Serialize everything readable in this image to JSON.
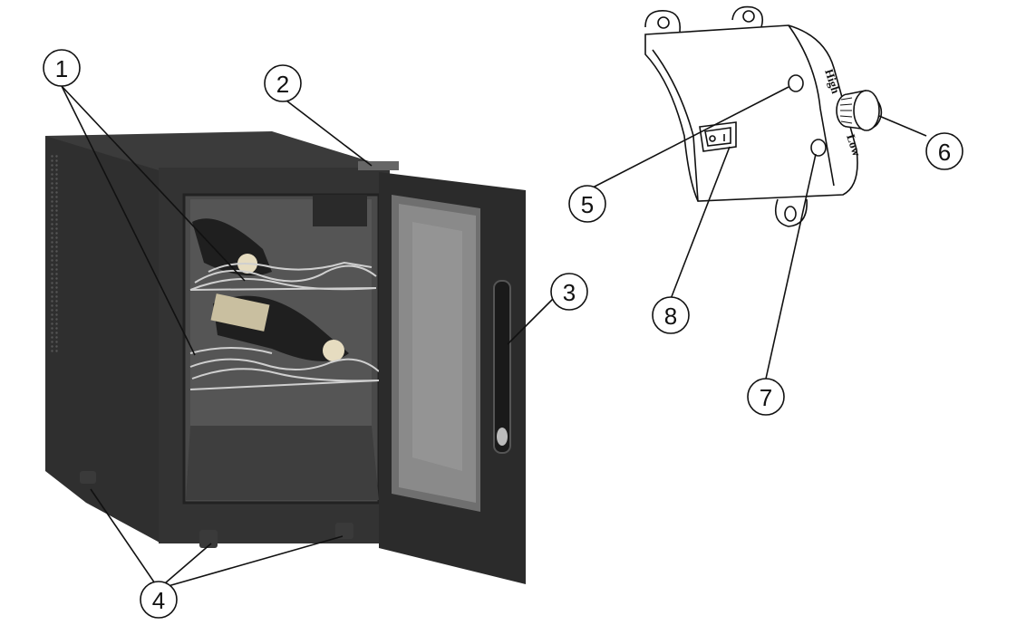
{
  "callouts": {
    "c1": "1",
    "c2": "2",
    "c3": "3",
    "c4": "4",
    "c5": "5",
    "c6": "6",
    "c7": "7",
    "c8": "8"
  },
  "dial": {
    "high_label": "High",
    "low_label": "Low"
  },
  "colors": {
    "cabinet": "#3a3a3a",
    "cabinet_dark": "#262626",
    "interior": "#4a4a4a",
    "glass": "#707070",
    "line": "#111111",
    "background": "#ffffff"
  }
}
